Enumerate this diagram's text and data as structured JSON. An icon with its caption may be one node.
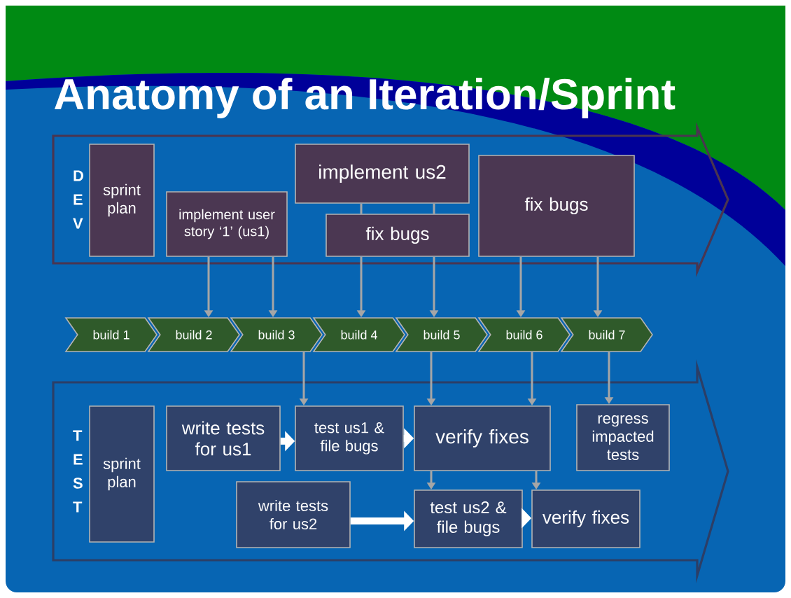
{
  "diagram": {
    "title": "Anatomy of an Iteration/Sprint",
    "nodes": [
      {
        "text": [
          "D E V"
        ]
      },
      {
        "text": [
          "sprint plan"
        ],
        "in": 0
      },
      {
        "text": [
          "implement user story ‘1’ (us1)"
        ],
        "in": 0
      },
      {
        "text": [
          "implement us2"
        ],
        "in": 0
      },
      {
        "text": [
          "fix bugs"
        ],
        "in": 0
      },
      {
        "text": [
          "fix bugs"
        ],
        "in": 0
      },
      {
        "text": [
          "build 1"
        ]
      },
      {
        "text": [
          "build 2"
        ]
      },
      {
        "text": [
          "build 3"
        ]
      },
      {
        "text": [
          "build 4"
        ]
      },
      {
        "text": [
          "build 5"
        ]
      },
      {
        "text": [
          "build 6"
        ]
      },
      {
        "text": [
          "build 7"
        ]
      },
      {
        "text": [
          "T E S T"
        ]
      },
      {
        "text": [
          "sprint plan"
        ],
        "in": 13
      },
      {
        "text": [
          "write tests for us1"
        ],
        "in": 13
      },
      {
        "text": [
          "test us1 & file bugs"
        ],
        "in": 13
      },
      {
        "text": [
          "verify fixes"
        ],
        "in": 13
      },
      {
        "text": [
          "regress impacted tests"
        ],
        "in": 13
      },
      {
        "text": [
          "write tests for us2"
        ],
        "in": 13
      },
      {
        "text": [
          "test us2 & file bugs"
        ],
        "in": 13
      },
      {
        "text": [
          "verify fixes"
        ],
        "in": 13
      }
    ],
    "edges": [
      {
        "from": 2,
        "to": 7,
        "arrow": "to"
      },
      {
        "from": 2,
        "to": 8,
        "arrow": "to"
      },
      {
        "from": 3,
        "to": 4,
        "arrow": "none"
      },
      {
        "from": 3,
        "to": 4,
        "arrow": "none"
      },
      {
        "from": 4,
        "to": 9,
        "arrow": "to"
      },
      {
        "from": 4,
        "to": 10,
        "arrow": "to"
      },
      {
        "from": 5,
        "to": 11,
        "arrow": "to"
      },
      {
        "from": 5,
        "to": 12,
        "arrow": "to"
      },
      {
        "from": 8,
        "to": 16,
        "arrow": "to"
      },
      {
        "from": 10,
        "to": 17,
        "arrow": "to"
      },
      {
        "from": 11,
        "to": 17,
        "arrow": "to"
      },
      {
        "from": 12,
        "to": 18,
        "arrow": "to"
      },
      {
        "from": 17,
        "to": 20,
        "arrow": "to"
      },
      {
        "from": 17,
        "to": 21,
        "arrow": "to"
      },
      {
        "from": 15,
        "to": 16,
        "arrow": "to",
        "style": "thick",
        "color": "#ffffff"
      },
      {
        "from": 16,
        "to": 17,
        "arrow": "to",
        "style": "thick",
        "color": "#ffffff"
      },
      {
        "from": 19,
        "to": 20,
        "arrow": "to",
        "style": "thick",
        "color": "#ffffff"
      },
      {
        "from": 20,
        "to": 21,
        "arrow": "to",
        "style": "thick",
        "color": "#ffffff"
      }
    ]
  }
}
